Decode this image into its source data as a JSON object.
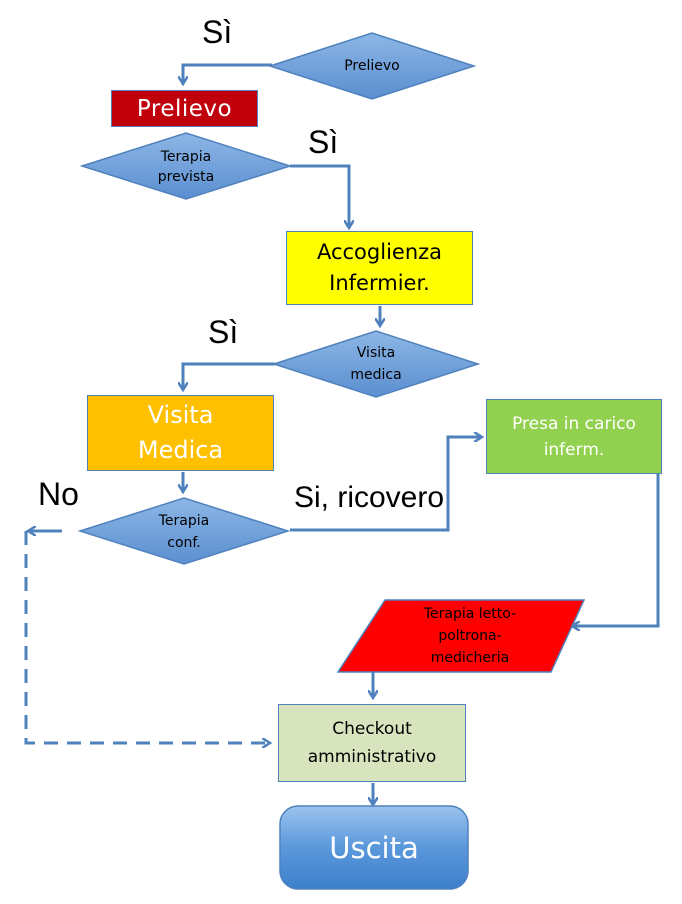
{
  "labels": {
    "si_top": "Sì",
    "si_terapia": "Sì",
    "si_visita": "Sì",
    "no": "No",
    "si_ricovero": "Si, ricovero"
  },
  "nodes": {
    "diamond_prelievo": "Prelievo",
    "box_prelievo": "Prelievo",
    "diamond_terapia_line1": "Terapia",
    "diamond_terapia_line2": "prevista",
    "box_accoglienza_line1": "Accoglienza",
    "box_accoglienza_line2": "Infermier.",
    "diamond_visita_line1": "Visita",
    "diamond_visita_line2": "medica",
    "box_visita_line1": "Visita",
    "box_visita_line2": "Medica",
    "diamond_terapia_conf_line1": "Terapia",
    "diamond_terapia_conf_line2": "conf.",
    "box_presa_line1": "Presa in carico",
    "box_presa_line2": "inferm.",
    "para_terapia_line1": "Terapia letto-",
    "para_terapia_line2": "poltrona-",
    "para_terapia_line3": "medicheria",
    "box_checkout_line1": "Checkout",
    "box_checkout_line2": "amministrativo",
    "box_uscita": "Uscita"
  },
  "colors": {
    "line": "#4f81bd",
    "diamond_fill": "#6fa0dc",
    "prelievo_box": "#c0000b",
    "accoglienza_box": "#ffff00",
    "visita_box": "#ffc000",
    "presa_box": "#92d050",
    "terapia_para": "#ff0000",
    "checkout_box": "#d7e4bd",
    "uscita_box": "#5b9bd5"
  }
}
